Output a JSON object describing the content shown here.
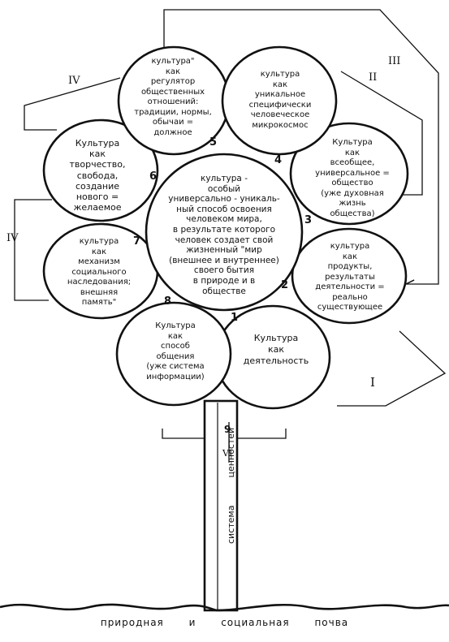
{
  "center": [
    "культура -",
    "особый",
    "универсально - уникаль-",
    "ный способ освоения",
    "человеком мира,",
    "в результате которого",
    "человек создает свой",
    "жизненный \"мир",
    "(внешнее и внутреннее)",
    "своего бытия",
    "в природе и в",
    "обществе"
  ],
  "petals": [
    {
      "id": "1",
      "lines": [
        "Культура",
        "как",
        "деятельность"
      ]
    },
    {
      "id": "2",
      "lines": [
        "культура",
        "как",
        "продукты,",
        "результаты",
        "деятельности =",
        "реально",
        "существующее"
      ]
    },
    {
      "id": "3",
      "lines": [
        "Культура",
        "как",
        "всеобщее,",
        "универсальное =",
        "общество",
        "(уже духовная",
        "жизнь",
        "общества)"
      ]
    },
    {
      "id": "4",
      "lines": [
        "культура",
        "как",
        "уникальное",
        "специфически",
        "человеческое",
        "микрокосмос"
      ]
    },
    {
      "id": "5",
      "lines": [
        "культура\"",
        "как",
        "регулятор",
        "общественных",
        "отношений:",
        "традиции, нормы,",
        "обычаи =",
        "должное"
      ]
    },
    {
      "id": "6",
      "lines": [
        "Культура",
        "как",
        "творчество,",
        "свобода,",
        "создание",
        "нового =",
        "желаемое"
      ]
    },
    {
      "id": "7",
      "lines": [
        "культура",
        "как",
        "механизм",
        "социального",
        "наследования;",
        "внешняя",
        "память\""
      ]
    },
    {
      "id": "8",
      "lines": [
        "Культура",
        "как",
        "способ",
        "общения",
        "(уже система",
        "информации)"
      ]
    }
  ],
  "numbers": [
    "1",
    "2",
    "3",
    "4",
    "5",
    "6",
    "7",
    "8",
    "9"
  ],
  "roman": [
    "I",
    "II",
    "III",
    "IV",
    "IV",
    "VI"
  ],
  "stem": [
    "система",
    "ценностей"
  ],
  "soil": "природная и социальная почва"
}
